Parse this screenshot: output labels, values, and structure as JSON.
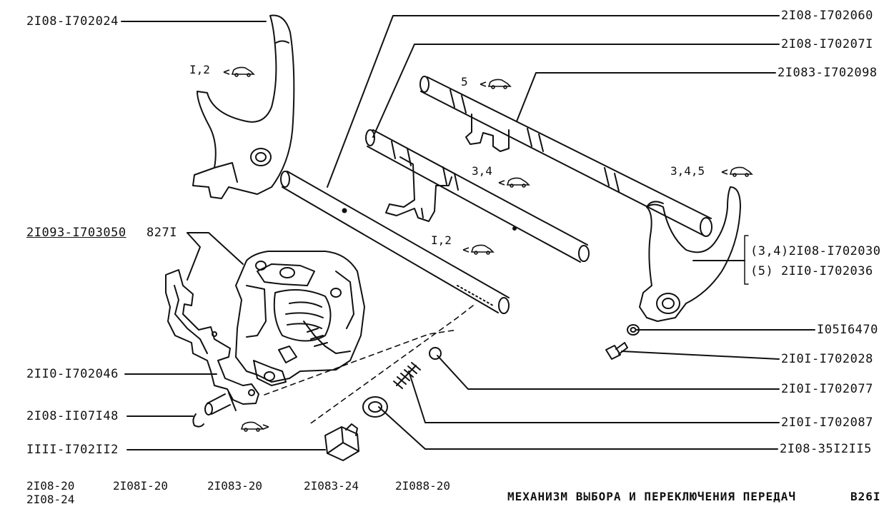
{
  "part_labels": {
    "p_2108_1702024": "2I08-I702024",
    "p_2108_1702060": "2I08-I702060",
    "p_2108_1702071": "2I08-I70207I",
    "p_21083_1702098": "2I083-I702098",
    "p_21093_1703050": "2I093-I703050",
    "p_8271": "827I",
    "p_34_2108_1702030": "(3,4)2I08-I702030",
    "p_5_2110_1702036": "(5)  2II0-I702036",
    "p_1051647": "I05I6470",
    "p_2101_1702028": "2I0I-I702028",
    "p_2110_1702046": "2II0-I702046",
    "p_2101_1702077": "2I0I-I702077",
    "p_2108_1107148": "2I08-II07I48",
    "p_2101_1702087": "2I0I-I702087",
    "p_1111_1702112": "IIII-I702II2",
    "p_2108_3512115": "2I08-35I2II5"
  },
  "gear_labels": {
    "fork12": "I,2",
    "shaft5": "5",
    "shaft34": "3,4",
    "shaft12": "I,2",
    "fork345": "3,4,5"
  },
  "models": [
    "2I08-20",
    "2I08I-20",
    "2I083-20",
    "2I083-24",
    "2I088-20",
    "2I08-24"
  ],
  "title": "МЕХАНИЗМ ВЫБОРА И ПЕРЕКЛЮЧЕНИЯ ПЕРЕДАЧ",
  "page_code": "B26I"
}
